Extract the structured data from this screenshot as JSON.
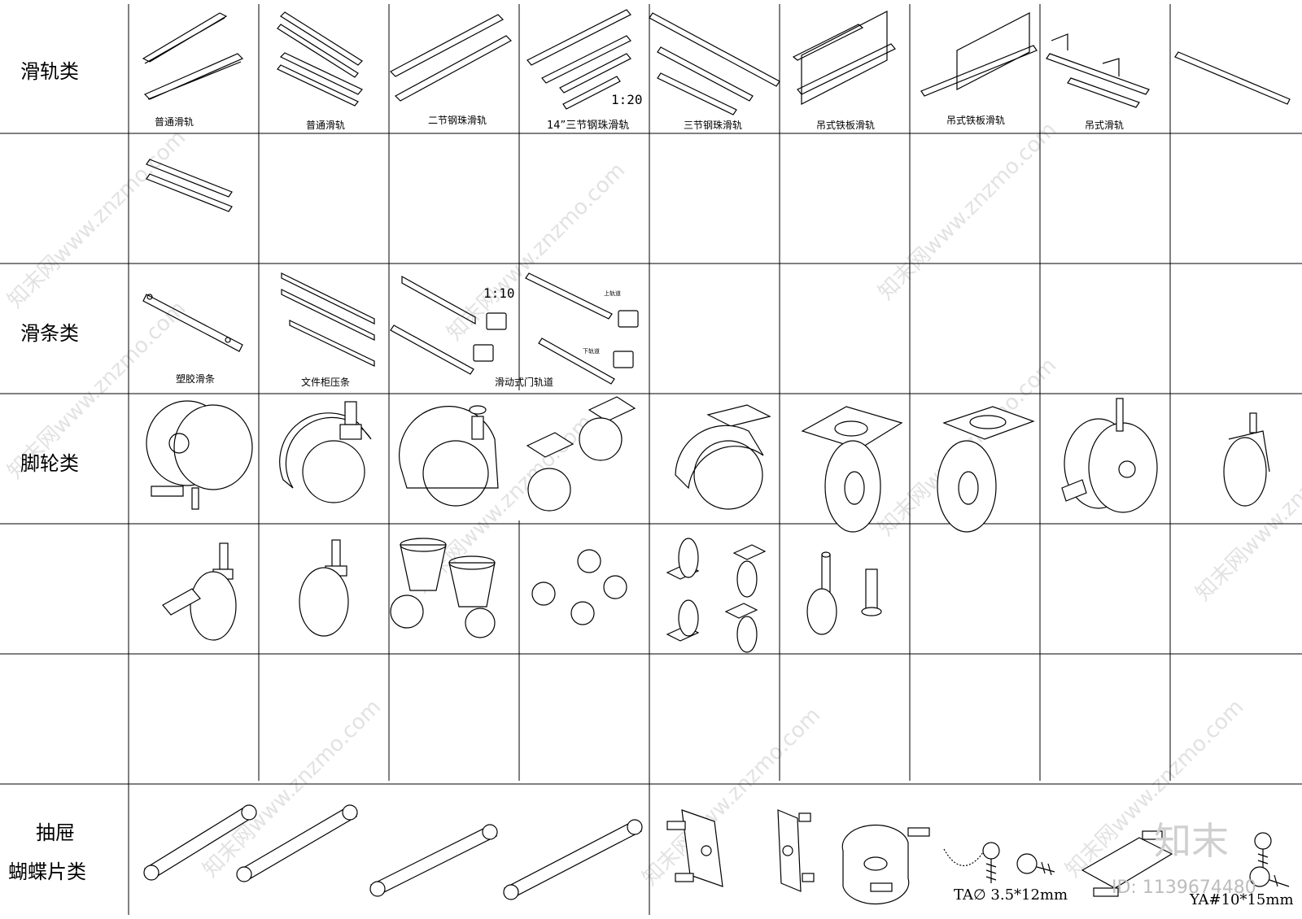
{
  "categories": {
    "slide_rail": "滑轨类",
    "slide_strip": "滑条类",
    "caster": "脚轮类",
    "drawer_line1": "抽屉",
    "drawer_line2": "蝴蝶片类"
  },
  "rail_labels": [
    "普通滑轨",
    "普通滑轨",
    "二节钢珠滑轨",
    "14”三节钢珠滑轨",
    "三节钢珠滑轨",
    "吊式铁板滑轨",
    "吊式铁板滑轨",
    "吊式滑轨"
  ],
  "rail_scale": "1:20",
  "strip_labels": [
    "塑胶滑条",
    "文件柜压条",
    "滑动式门轨道"
  ],
  "strip_scale": "1:10",
  "track_upper": "上轨道",
  "track_lower": "下轨道",
  "screw_label_1": "TA∅ 3.5*12mm",
  "screw_label_2": "YA#10*15mm",
  "watermark": "znzmo.com",
  "watermark_cn": "知末网www.znzmo.com",
  "brand": "知末",
  "id_text": "ID: 1139674480"
}
